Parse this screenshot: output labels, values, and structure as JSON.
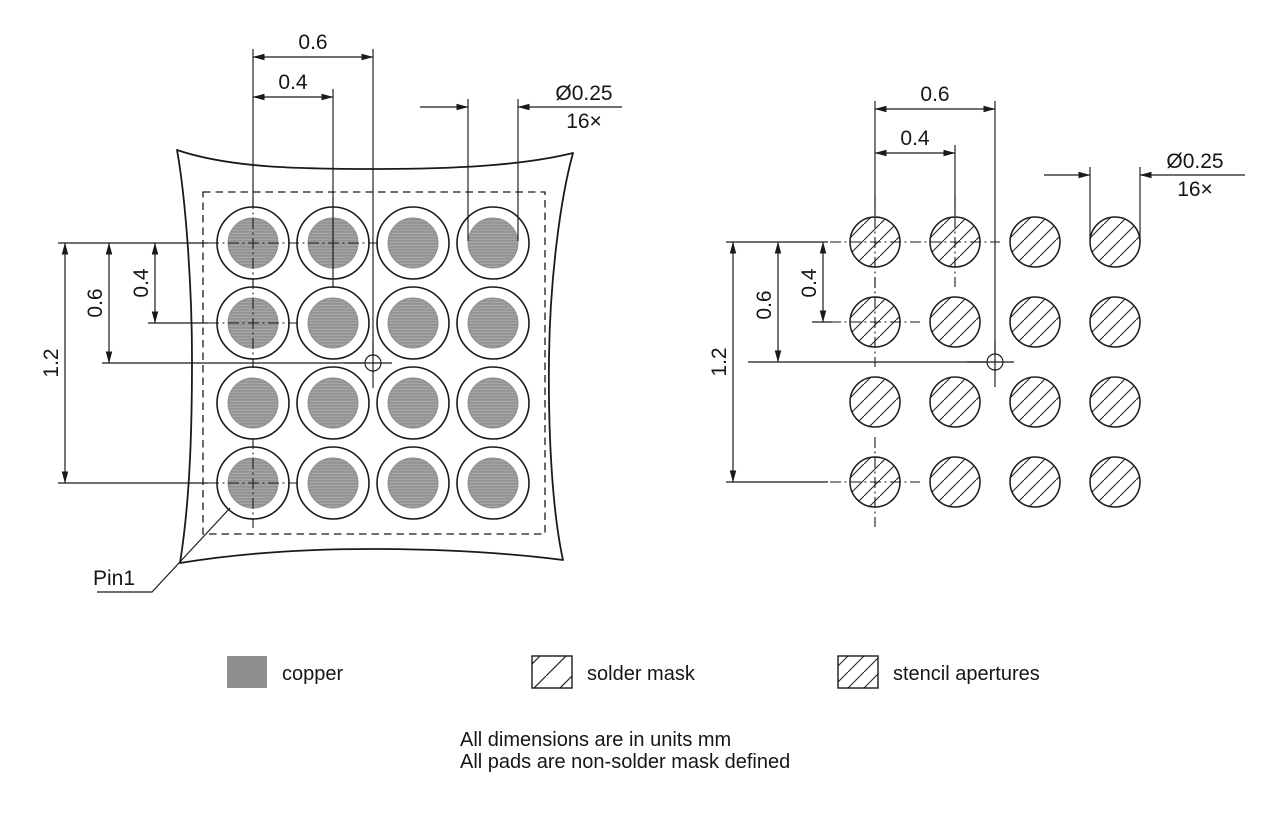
{
  "left_view": {
    "pin1_label": "Pin1",
    "dims": {
      "col_span": "0.6",
      "col_pitch": "0.4",
      "diameter": "Ø0.25",
      "count": "16×",
      "row_pitch": "0.4",
      "row_span": "0.6",
      "row_total": "1.2"
    }
  },
  "right_view": {
    "dims": {
      "col_span": "0.6",
      "col_pitch": "0.4",
      "diameter": "Ø0.25",
      "count": "16×",
      "row_pitch": "0.4",
      "row_span": "0.6",
      "row_total": "1.2"
    }
  },
  "legend": {
    "items": [
      {
        "label": "copper"
      },
      {
        "label": "solder mask"
      },
      {
        "label": "stencil apertures"
      }
    ]
  },
  "notes": {
    "line1": "All dimensions are in units mm",
    "line2": "All pads are non-solder mask defined"
  },
  "colors": {
    "copper": "#9b9b9b",
    "line": "#1a1a1a"
  }
}
